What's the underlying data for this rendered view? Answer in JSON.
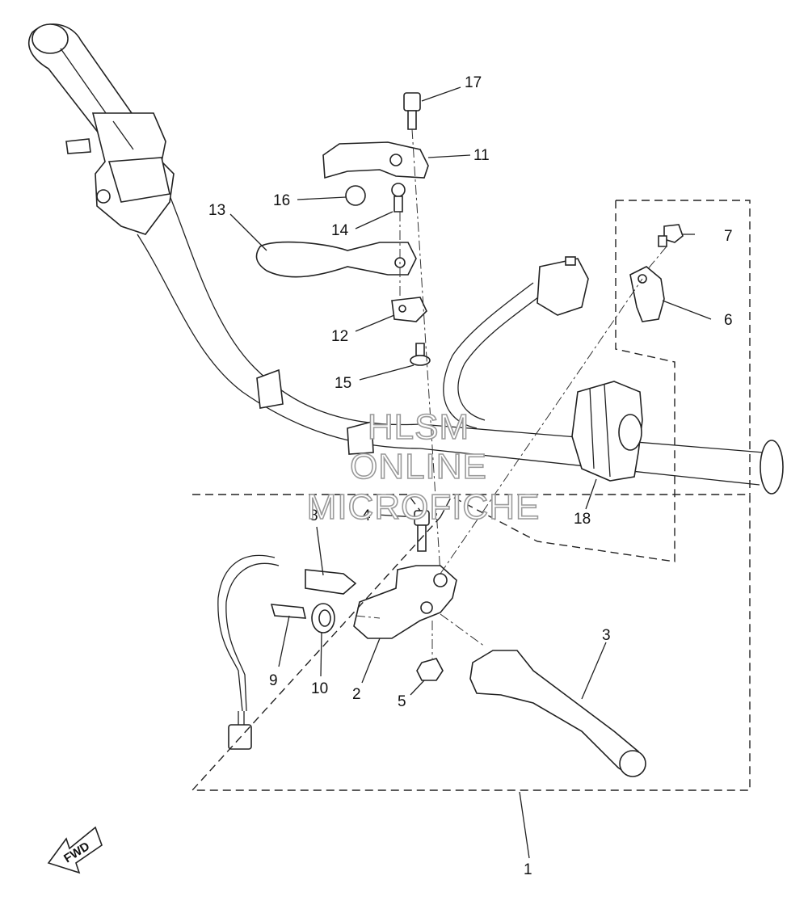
{
  "callouts": {
    "c1": "1",
    "c2": "2",
    "c3": "3",
    "c4": "4",
    "c5": "5",
    "c6": "6",
    "c7": "7",
    "c8": "8",
    "c9": "9",
    "c10": "10",
    "c11": "11",
    "c12": "12",
    "c13": "13",
    "c14": "14",
    "c15": "15",
    "c16": "16",
    "c17": "17",
    "c18": "18"
  },
  "watermark": {
    "line1": "HLSM",
    "line2": "ONLINE",
    "line3": "MICROFICHE"
  },
  "direction": {
    "label": "FWD",
    "icon": "forward-arrow-icon"
  },
  "colors": {
    "ink": "#222222",
    "watermark_outline": "#9a9a9a"
  }
}
